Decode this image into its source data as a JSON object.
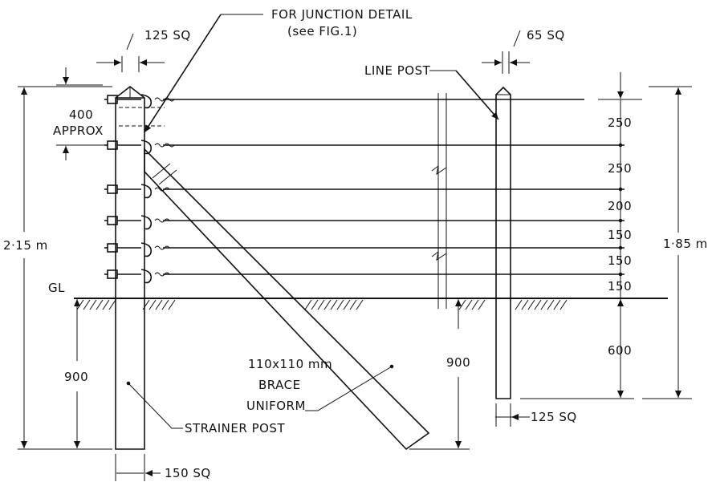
{
  "labels": {
    "junction_detail": "FOR JUNCTION DETAIL",
    "see_fig": "(see FIG.1)",
    "strainer_top_size": "125 SQ",
    "line_post_top_size": "65 SQ",
    "line_post": "LINE POST",
    "approx_400": "400",
    "approx_word": "APPROX",
    "total_height": "2·15 m",
    "ground_level": "GL",
    "strainer_depth": "900",
    "brace_size": "110x110 mm",
    "brace_word": "BRACE",
    "uniform_word": "UNIFORM",
    "brace_depth": "900",
    "strainer_post": "STRAINER POST",
    "strainer_bottom_size": "150 SQ",
    "line_post_bottom_size": "125 SQ",
    "line_post_height": "1·85 m",
    "line_post_depth": "600",
    "wire_spacings": [
      "250",
      "250",
      "200",
      "150",
      "150",
      "150"
    ]
  }
}
